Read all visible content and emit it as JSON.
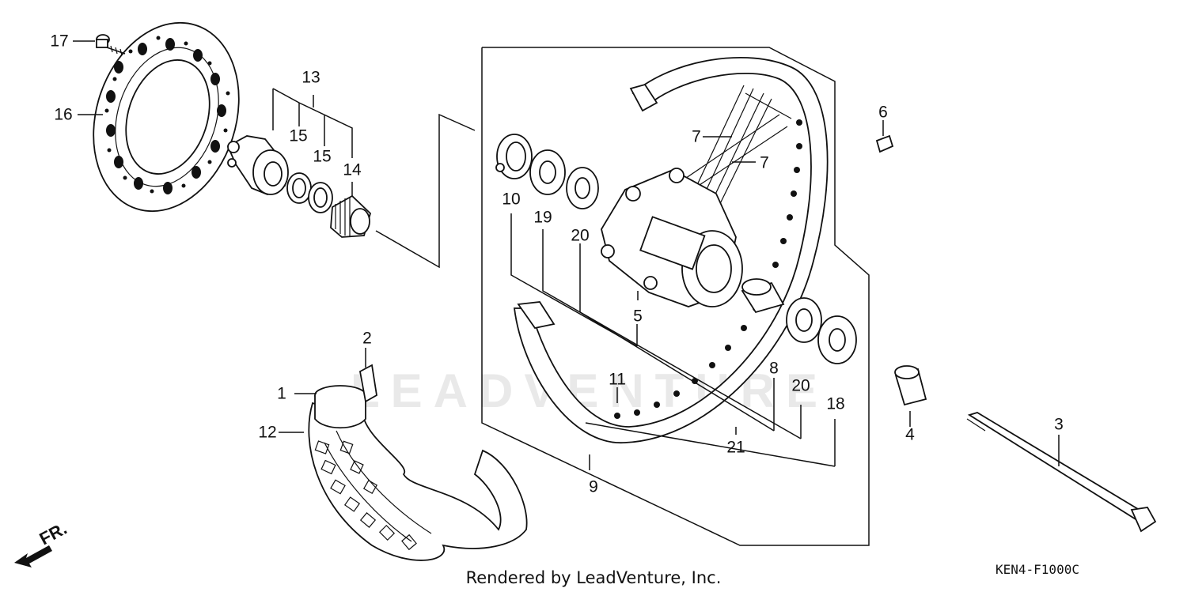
{
  "watermark": "LEADVENTURE",
  "caption": "Rendered by LeadVenture, Inc.",
  "diagram_code": "KEN4-F1000C",
  "direction_label": "FR.",
  "callouts": {
    "c1": "1",
    "c2": "2",
    "c3": "3",
    "c4": "4",
    "c5": "5",
    "c6": "6",
    "c7a": "7",
    "c7b": "7",
    "c8": "8",
    "c9": "9",
    "c10": "10",
    "c11": "11",
    "c12": "12",
    "c13": "13",
    "c14": "14",
    "c15a": "15",
    "c15b": "15",
    "c16": "16",
    "c17": "17",
    "c18": "18",
    "c19": "19",
    "c20a": "20",
    "c20b": "20",
    "c21": "21"
  }
}
